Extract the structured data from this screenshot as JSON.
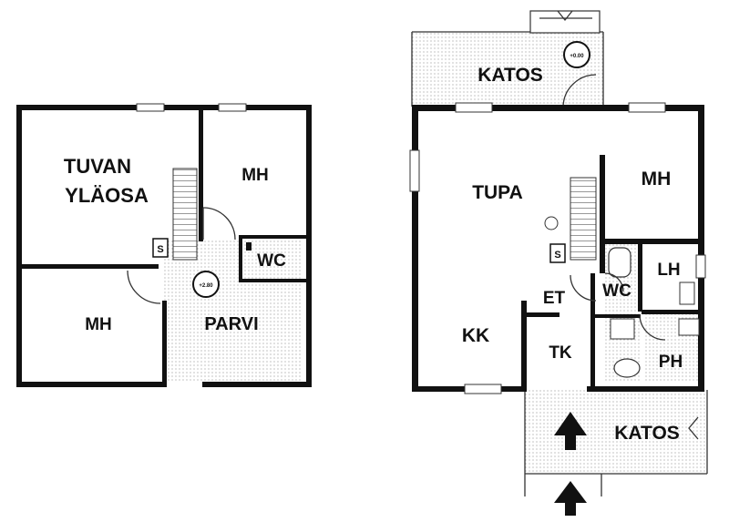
{
  "upper_floor": {
    "rooms": {
      "tuvan": "TUVAN",
      "ylaosa": "YLÄOSA",
      "mh_top": "MH",
      "wc": "WC",
      "mh_bottom": "MH",
      "parvi": "PARVI",
      "s": "S"
    },
    "level_marker": "+2.80"
  },
  "ground_floor": {
    "rooms": {
      "katos_top": "KATOS",
      "tupa": "TUPA",
      "mh": "MH",
      "lh": "LH",
      "et": "ET",
      "wc": "WC",
      "kk": "KK",
      "tk": "TK",
      "ph": "PH",
      "katos_bottom": "KATOS",
      "s": "S"
    },
    "level_marker": "+0.00"
  }
}
